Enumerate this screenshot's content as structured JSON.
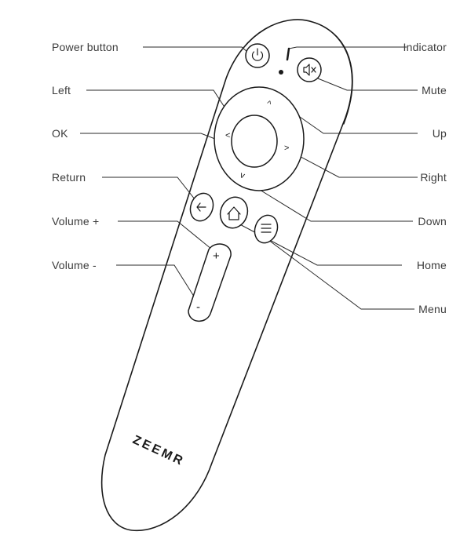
{
  "labels": {
    "power": "Power button",
    "left": "Left",
    "ok": "OK",
    "return": "Return",
    "volume_up": "Volume +",
    "volume_down": "Volume -",
    "indicator": "Indicator",
    "mute": "Mute",
    "up": "Up",
    "right": "Right",
    "down": "Down",
    "home": "Home",
    "menu": "Menu"
  },
  "remote": {
    "brand": "ZEEMR",
    "plus_glyph": "+",
    "minus_glyph": "-",
    "up_glyph": "^",
    "down_glyph": "v",
    "left_glyph": "<",
    "right_glyph": ">"
  }
}
